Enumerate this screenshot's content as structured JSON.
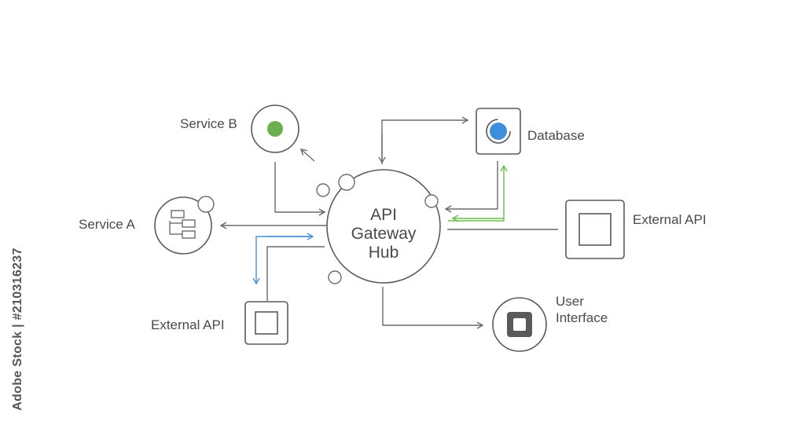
{
  "nodes": {
    "hub": {
      "lines": [
        "API",
        "Gateway",
        "Hub"
      ]
    },
    "service_a": {
      "label": "Service A"
    },
    "service_b": {
      "label": "Service B"
    },
    "database": {
      "label": "Database"
    },
    "external_api_right": {
      "label": "External API"
    },
    "external_api_left": {
      "label": "External API"
    },
    "user_interface": {
      "lines": [
        "User",
        "Interface"
      ]
    }
  },
  "watermark": {
    "stock_id": "Adobe Stock | #210316237"
  },
  "colors": {
    "line": "#6b6b6b",
    "blue_arrow": "#4a90d9",
    "green_arrow": "#6cbf4a",
    "service_b_dot": "#6ab04c",
    "database_dot": "#3d8fdc",
    "ui_square": "#5a5a5a"
  }
}
